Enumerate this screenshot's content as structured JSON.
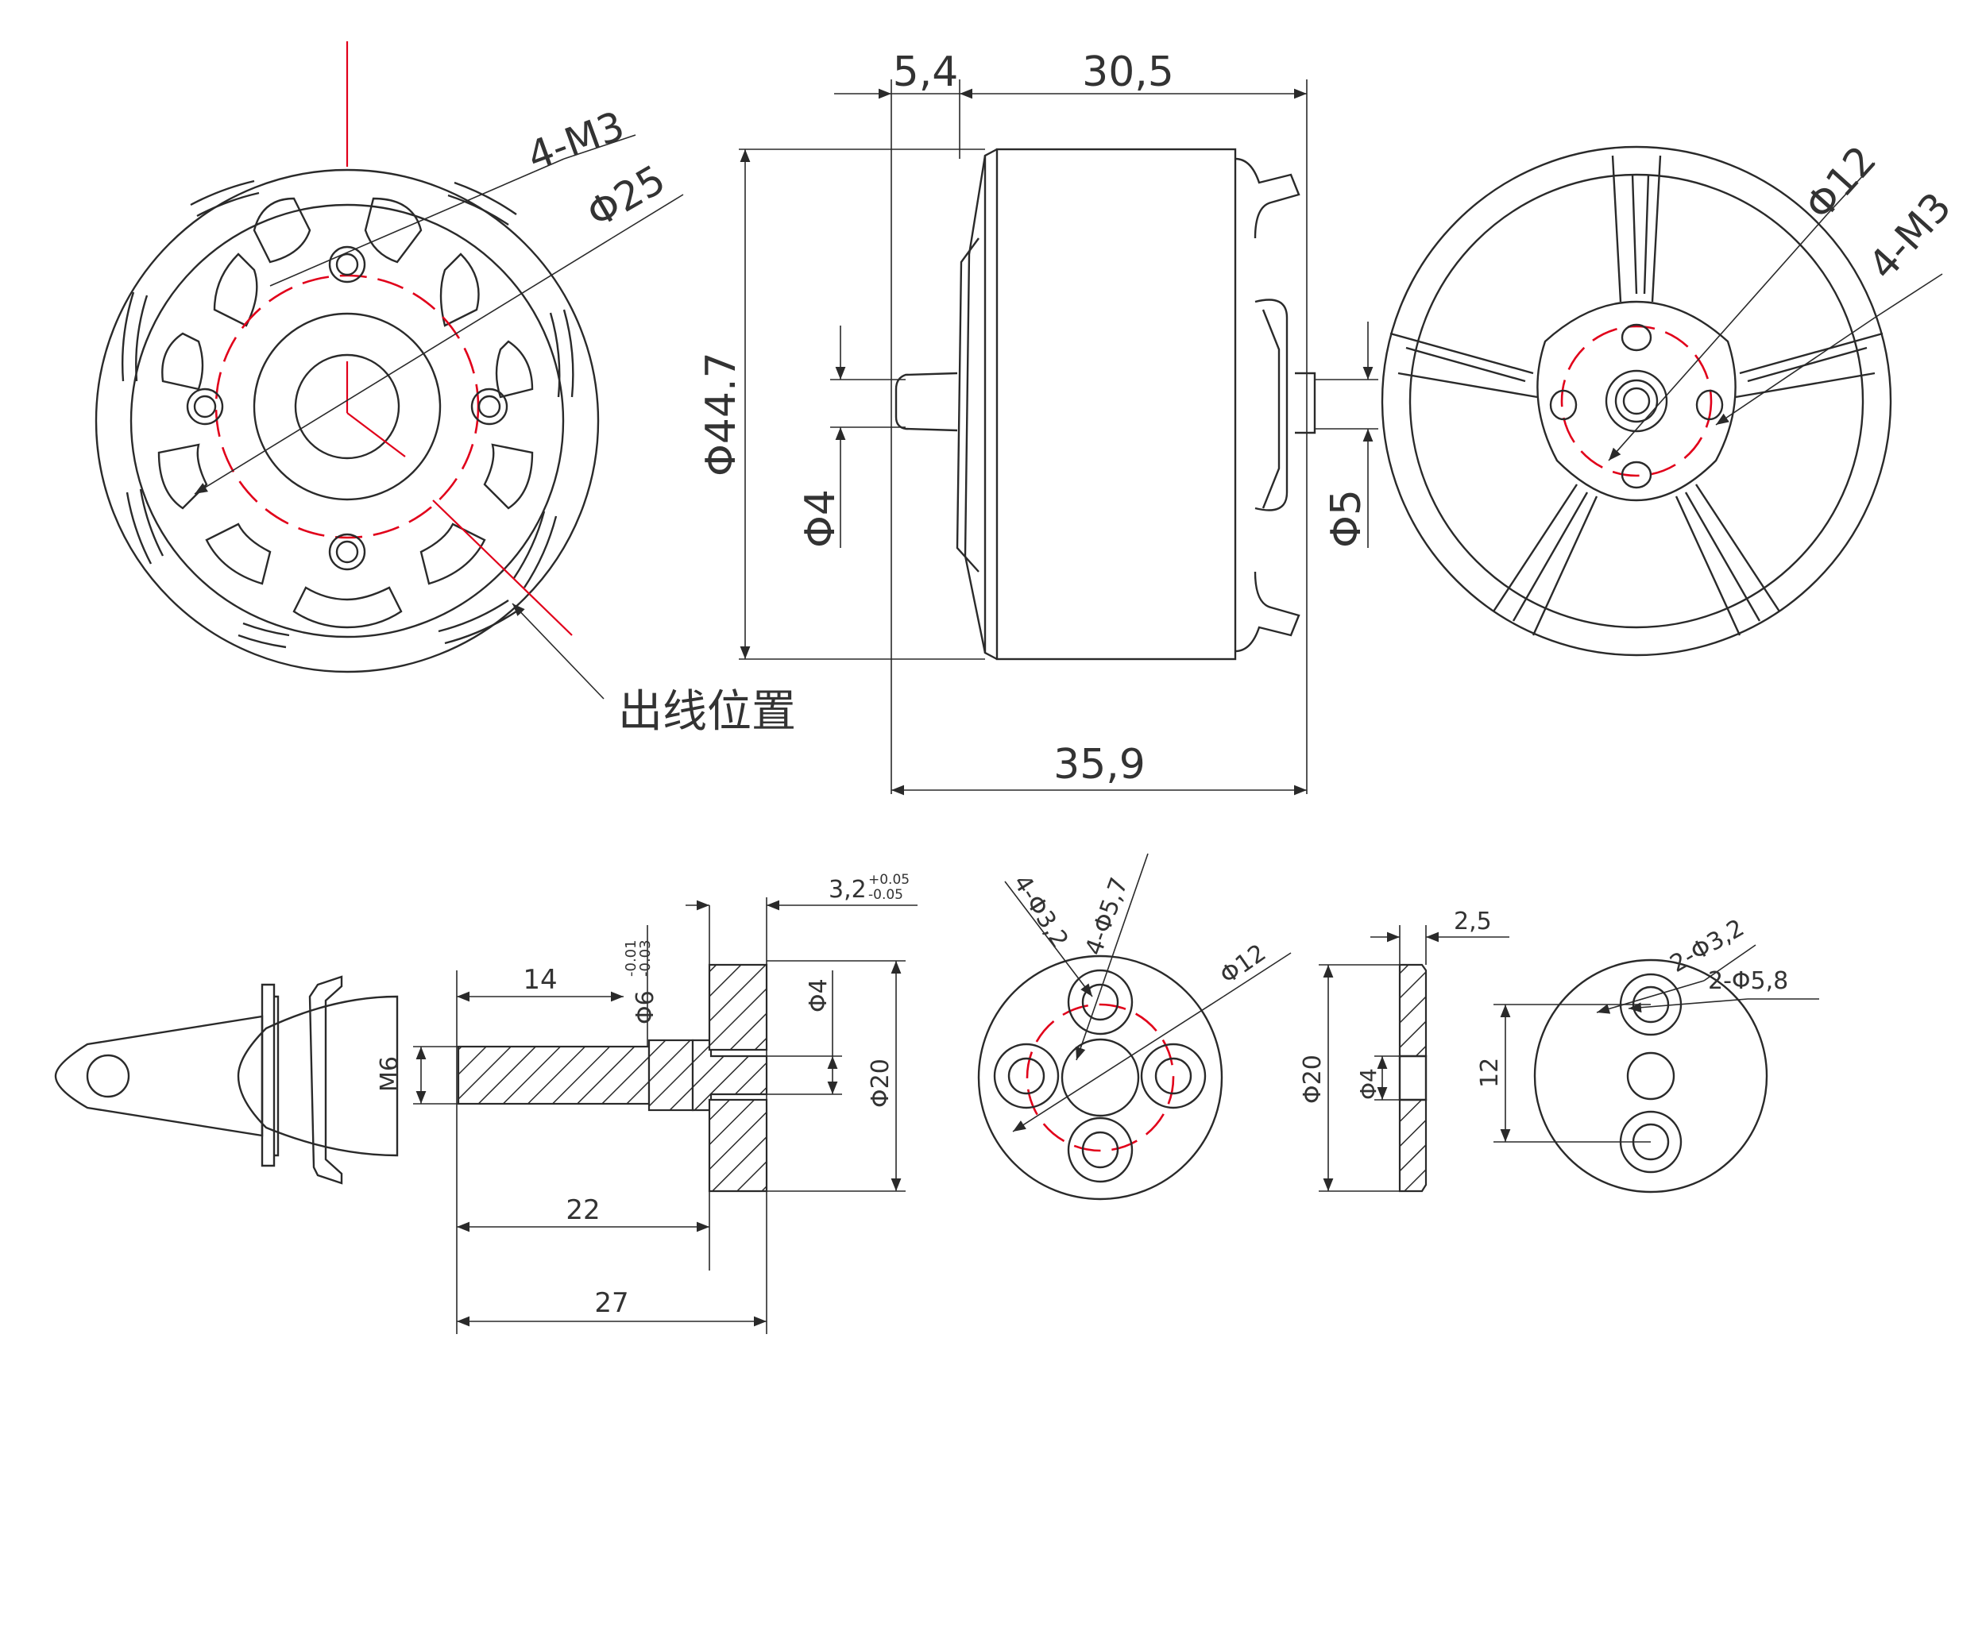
{
  "drawing": {
    "front_view": {
      "holes_label": "4-M3",
      "pcd_label": "Φ25",
      "wire_exit_label": "出线位置"
    },
    "side_view": {
      "flange_offset": "5,4",
      "body_length": "30,5",
      "diameter": "Φ44.7",
      "shaft_diameter": "Φ4",
      "rear_shaft_diameter": "Φ5",
      "overall_length": "35,9"
    },
    "rear_view": {
      "center_label": "Φ12",
      "holes_label": "4-M3"
    },
    "prop_adapter": {
      "thread": "M6",
      "thread_length": "14",
      "collar_diameter": "Φ6",
      "collar_tol_upper": "-0.01",
      "collar_tol_lower": "-0.03",
      "flange_thickness": "3,2",
      "flange_tol_upper": "+0.05",
      "flange_tol_lower": "-0.05",
      "bore": "Φ4",
      "flange_diameter": "Φ20",
      "length_to_flange": "22",
      "total_length": "27"
    },
    "adapter_face": {
      "small_holes": "4-Φ3,2",
      "large_holes": "4-Φ5,7",
      "pcd": "Φ12"
    },
    "washer_side": {
      "thickness": "2,5",
      "diameter": "Φ20",
      "bore": "Φ4"
    },
    "washer_face": {
      "small_holes": "2-Φ3,2",
      "large_holes": "2-Φ5,8",
      "spacing": "12"
    }
  }
}
